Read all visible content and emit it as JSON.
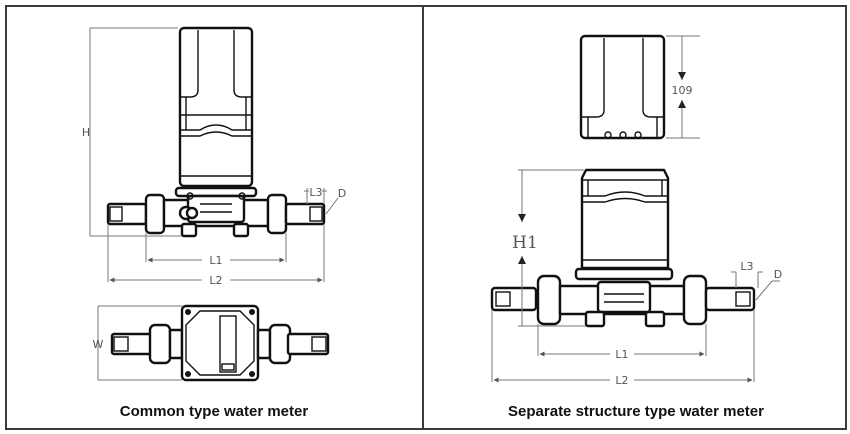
{
  "panels": [
    {
      "caption": "Common type water meter",
      "dimension_labels": {
        "height": "H",
        "l1": "L1",
        "l2": "L2",
        "l3": "L3",
        "diameter": "D",
        "width": "W"
      },
      "views": [
        "side-view",
        "top-view"
      ]
    },
    {
      "caption": "Separate structure type water meter",
      "dimension_labels": {
        "display_height_value": "109",
        "height": "H1",
        "l1": "L1",
        "l2": "L2",
        "l3": "L3",
        "diameter": "D"
      },
      "views": [
        "detached-register-view",
        "side-view"
      ]
    }
  ],
  "colors": {
    "line": "#111111",
    "dimension": "#777777",
    "border": "#3a3a3a",
    "background": "#ffffff"
  }
}
